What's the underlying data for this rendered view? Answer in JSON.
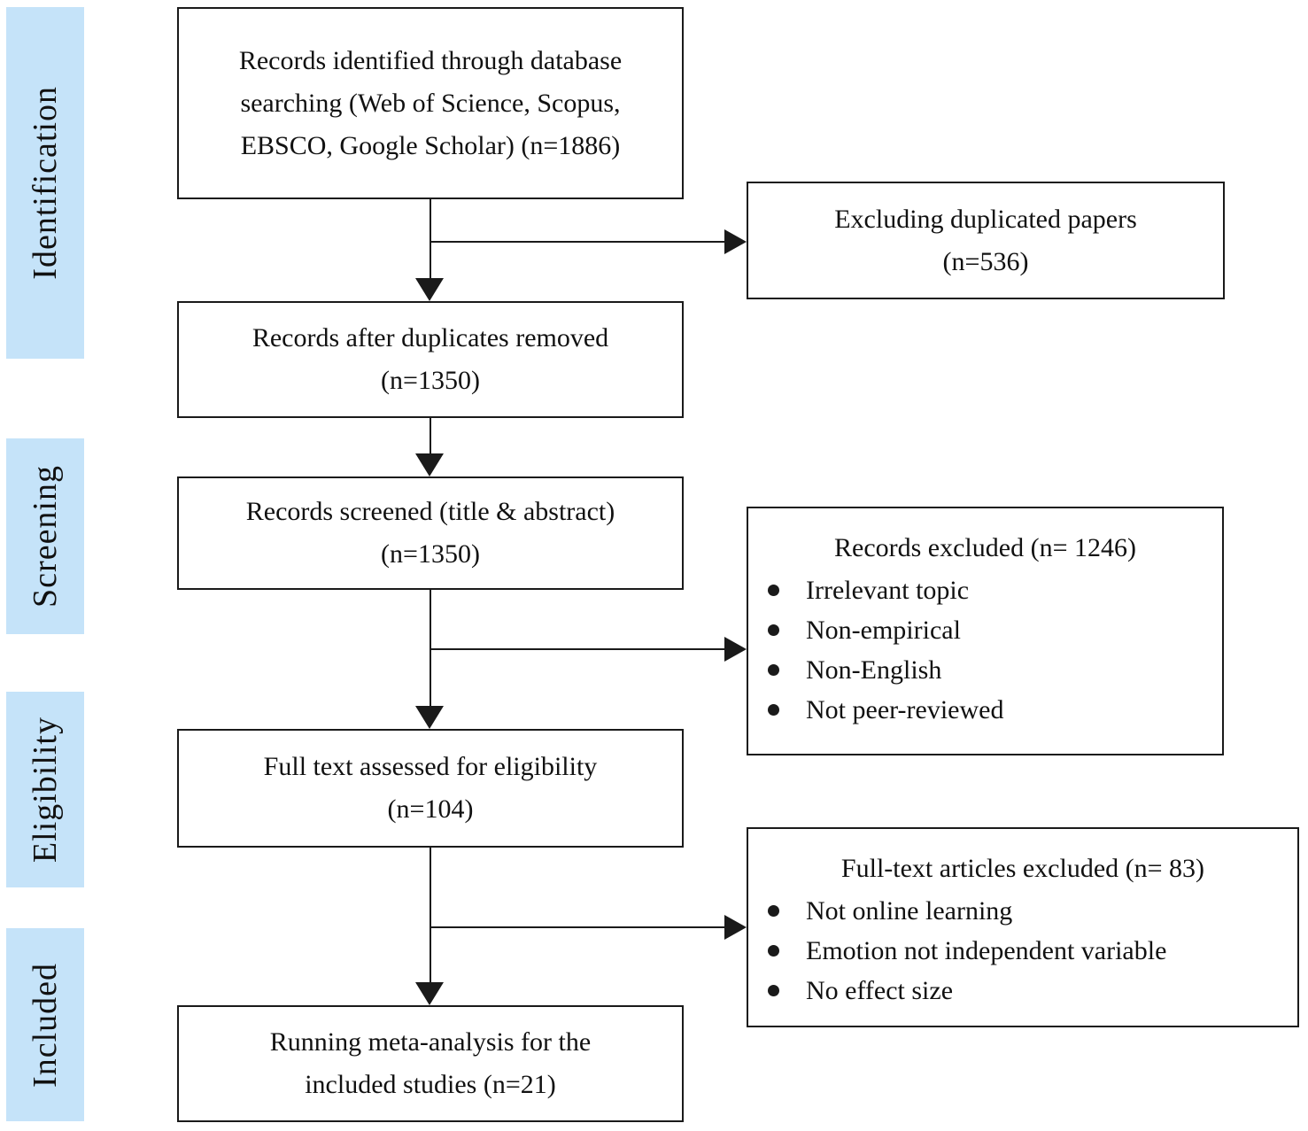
{
  "diagram": {
    "stages": [
      {
        "label": "Identification"
      },
      {
        "label": "Screening"
      },
      {
        "label": "Eligibility"
      },
      {
        "label": "Included"
      }
    ],
    "boxes": {
      "identified": {
        "lines": [
          "Records identified through database",
          "searching (Web of Science, Scopus,",
          "EBSCO, Google Scholar) (n=1886)"
        ]
      },
      "duplicates_removed": {
        "lines": [
          "Records after duplicates removed",
          "(n=1350)"
        ]
      },
      "screened": {
        "lines": [
          "Records screened (title & abstract)",
          "(n=1350)"
        ]
      },
      "full_text": {
        "lines": [
          "Full text assessed for eligibility",
          "(n=104)"
        ]
      },
      "included": {
        "lines": [
          "Running meta-analysis for the",
          "included studies (n=21)"
        ]
      },
      "excluding_duplicates": {
        "lines": [
          "Excluding duplicated papers",
          "(n=536)"
        ]
      },
      "records_excluded": {
        "title": "Records excluded (n= 1246)",
        "bullets": [
          "Irrelevant topic",
          "Non-empirical",
          "Non-English",
          "Not peer-reviewed"
        ]
      },
      "fulltext_excluded": {
        "title": "Full-text articles excluded (n= 83)",
        "bullets": [
          "Not online learning",
          "Emotion not independent variable",
          "No effect size"
        ]
      }
    },
    "colors": {
      "stage_fill": "#C5E3F9",
      "line": "#1A1A1A",
      "box_background": "#FFFFFF",
      "text": "#111111"
    }
  }
}
